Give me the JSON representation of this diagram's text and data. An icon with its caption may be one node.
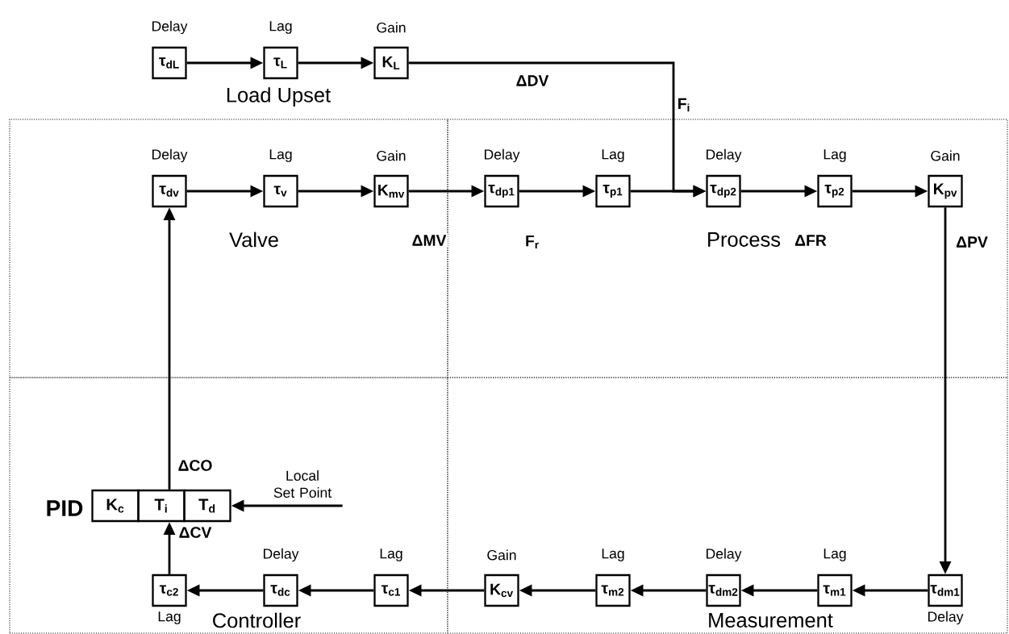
{
  "diagram": {
    "nodes": [
      {
        "text": [
          "Delay",
          "τ$_{dL}$"
        ]
      },
      {
        "text": [
          "Lag",
          "τ$_{L}$"
        ]
      },
      {
        "text": [
          "Gain",
          "K$_{L}$"
        ]
      },
      {
        "text": [
          "Valve"
        ]
      },
      {
        "text": [
          "Delay",
          "τ$_{dv}$"
        ],
        "in": 3
      },
      {
        "text": [
          "Lag",
          "τ$_{v}$"
        ],
        "in": 3
      },
      {
        "text": [
          "Gain",
          "K$_{mv}$"
        ],
        "in": 3
      },
      {
        "text": [
          "Process"
        ]
      },
      {
        "text": [
          "Delay",
          "τ$_{dp1}$"
        ],
        "in": 7
      },
      {
        "text": [
          "Lag",
          "τ$_{p1}$"
        ],
        "in": 7
      },
      {
        "text": [
          "Delay",
          "τ$_{dp2}$"
        ],
        "in": 7
      },
      {
        "text": [
          "Lag",
          "τ$_{p2}$"
        ],
        "in": 7
      },
      {
        "text": [
          "Gain",
          "K$_{pv}$"
        ],
        "in": 7
      },
      {
        "text": [
          "Controller"
        ]
      },
      {
        "text": [
          "K$_{c}$"
        ],
        "in": 13
      },
      {
        "text": [
          "T$_{i}$"
        ],
        "in": 13
      },
      {
        "text": [
          "T$_{d}$"
        ],
        "in": 13
      },
      {
        "text": [
          "Local Set Point"
        ],
        "in": 13
      },
      {
        "text": [
          "τ$_{c2}$",
          "Lag"
        ],
        "in": 13
      },
      {
        "text": [
          "Delay",
          "τ$_{dc}$"
        ],
        "in": 13
      },
      {
        "text": [
          "Lag",
          "τ$_{c1}$"
        ],
        "in": 13
      },
      {
        "text": [
          "Measurement"
        ]
      },
      {
        "text": [
          "Gain",
          "K$_{cv}$"
        ],
        "in": 21
      },
      {
        "text": [
          "Lag",
          "τ$_{m2}$"
        ],
        "in": 21
      },
      {
        "text": [
          "Delay",
          "τ$_{dm2}$"
        ],
        "in": 21
      },
      {
        "text": [
          "Lag",
          "τ$_{m1}$"
        ],
        "in": 21
      },
      {
        "text": [
          "τ$_{dm1}$",
          "Delay"
        ],
        "in": 21
      }
    ],
    "edges": [
      {
        "from": 0,
        "to": 1,
        "arrow": "to"
      },
      {
        "from": 1,
        "to": 2,
        "arrow": "to"
      },
      {
        "from": 2,
        "to": 10,
        "arrow": "to",
        "label": "ΔDV"
      },
      {
        "from": 4,
        "to": 5,
        "arrow": "to"
      },
      {
        "from": 5,
        "to": 6,
        "arrow": "to"
      },
      {
        "from": 6,
        "to": 8,
        "arrow": "to",
        "label": "ΔMV"
      },
      {
        "from": 8,
        "to": 9,
        "arrow": "to",
        "label": "F$_{r}$"
      },
      {
        "from": 9,
        "to": 10,
        "arrow": "to"
      },
      {
        "from": 10,
        "to": 11,
        "arrow": "to"
      },
      {
        "from": 11,
        "to": 12,
        "arrow": "to",
        "label": "ΔFR"
      },
      {
        "from": 12,
        "to": 26,
        "arrow": "to",
        "label": "ΔPV"
      },
      {
        "from": 26,
        "to": 25,
        "arrow": "to"
      },
      {
        "from": 25,
        "to": 24,
        "arrow": "to"
      },
      {
        "from": 24,
        "to": 23,
        "arrow": "to"
      },
      {
        "from": 23,
        "to": 22,
        "arrow": "to"
      },
      {
        "from": 22,
        "to": 20,
        "arrow": "to"
      },
      {
        "from": 20,
        "to": 19,
        "arrow": "to"
      },
      {
        "from": 19,
        "to": 18,
        "arrow": "to"
      },
      {
        "from": 18,
        "to": 15,
        "arrow": "to",
        "label": "ΔCV"
      },
      {
        "from": 15,
        "to": 4,
        "arrow": "to",
        "label": "ΔCO"
      },
      {
        "from": 17,
        "to": 16,
        "arrow": "to"
      }
    ],
    "labels": [
      "Load Upset",
      "F$_{i}$",
      "PID"
    ]
  }
}
